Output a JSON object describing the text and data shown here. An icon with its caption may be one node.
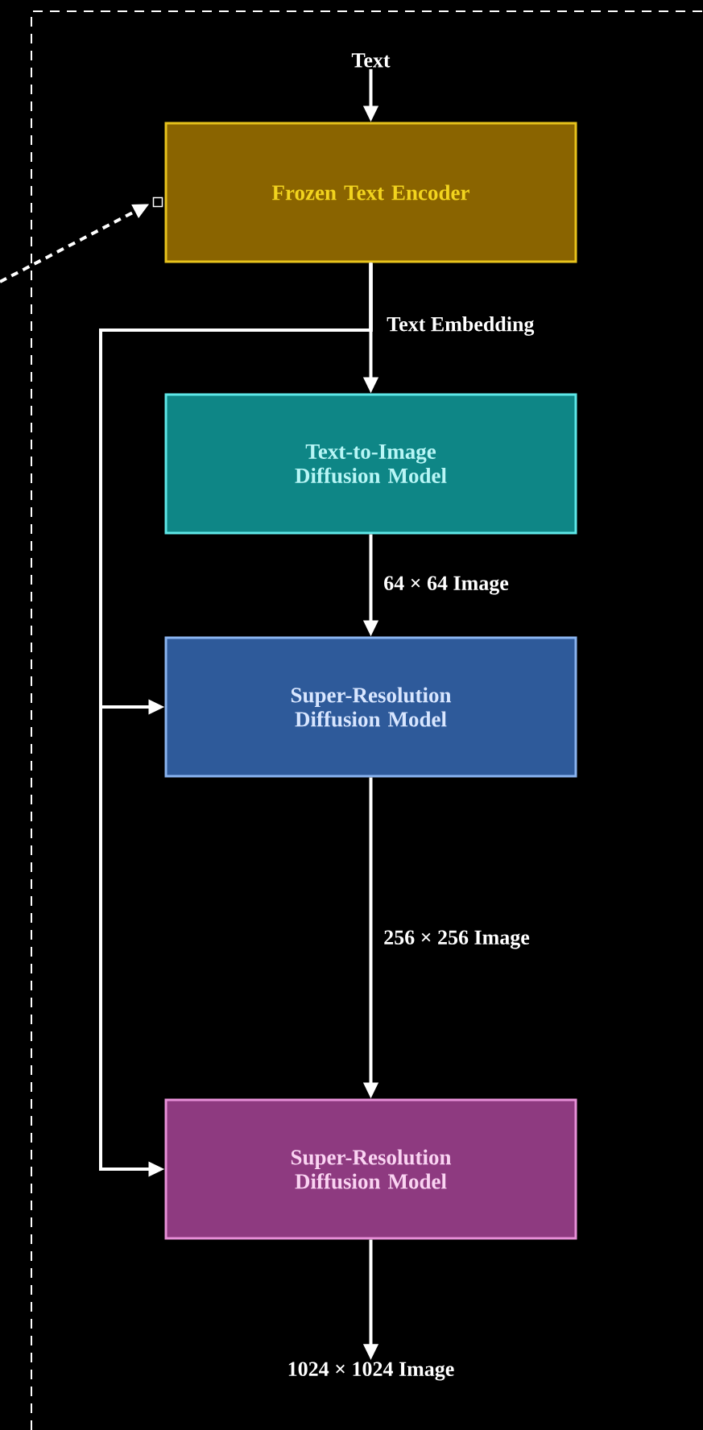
{
  "diagram": {
    "nodes": [
      {
        "text": [
          "Text"
        ]
      },
      {
        "text": [
          "Frozen Text Encoder"
        ]
      },
      {
        "text": [
          "Text-to-Image Diffusion Model"
        ]
      },
      {
        "text": [
          "Super-Resolution Diffusion Model"
        ]
      },
      {
        "text": [
          "Super-Resolution Diffusion Model"
        ]
      },
      {
        "text": [
          "1024 × 1024 Image"
        ]
      },
      {
        "text": [],
        "shape": "box"
      }
    ],
    "edges": [
      {
        "from": 0,
        "to": 1,
        "arrow": "to"
      },
      {
        "from": 1,
        "to": 2,
        "arrow": "to",
        "label": "Text Embedding"
      },
      {
        "from": 1,
        "to": 3,
        "arrow": "to"
      },
      {
        "from": 1,
        "to": 4,
        "arrow": "to"
      },
      {
        "from": 2,
        "to": 3,
        "arrow": "to",
        "label": "64 × 64 Image"
      },
      {
        "from": 3,
        "to": 4,
        "arrow": "to",
        "label": "256 × 256 Image"
      },
      {
        "from": 4,
        "to": 5,
        "arrow": "to"
      },
      {
        "from": null,
        "to": 6,
        "arrow": "to",
        "style": "dashed"
      }
    ]
  }
}
